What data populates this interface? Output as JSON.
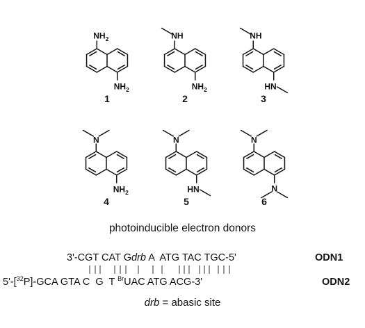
{
  "compounds": [
    {
      "number": "1",
      "top": {
        "label": "NH",
        "sub": "2"
      },
      "bottom": {
        "label": "NH",
        "sub": "2"
      }
    },
    {
      "number": "2",
      "top": {
        "label": "NH"
      },
      "bottom": {
        "label": "NH",
        "sub": "2"
      }
    },
    {
      "number": "3",
      "top": {
        "label": "NH"
      },
      "bottom": {
        "label": "HN"
      }
    },
    {
      "number": "4",
      "top": {
        "label": "N"
      },
      "bottom": {
        "label": "NH",
        "sub": "2"
      }
    },
    {
      "number": "5",
      "top": {
        "label": "N"
      },
      "bottom": {
        "label": "HN"
      }
    },
    {
      "number": "6",
      "top": {
        "label": "N"
      },
      "bottom": {
        "label": "N"
      }
    }
  ],
  "caption": "photoinducible electron donors",
  "duplex": {
    "strand1": {
      "before": "3'-CGT CAT G",
      "abasic": "drb",
      "after": " A  ATG TAC TGC-5'",
      "name": "ODN1"
    },
    "strand2": {
      "before": "5'-[",
      "isotope": "32",
      "mid": "P]-GCA GTA C  G  T ",
      "br": "Br",
      "after": "UAC ATG ACG-3'",
      "name": "ODN2"
    },
    "legend_term": "drb",
    "legend_text": " = abasic site"
  }
}
